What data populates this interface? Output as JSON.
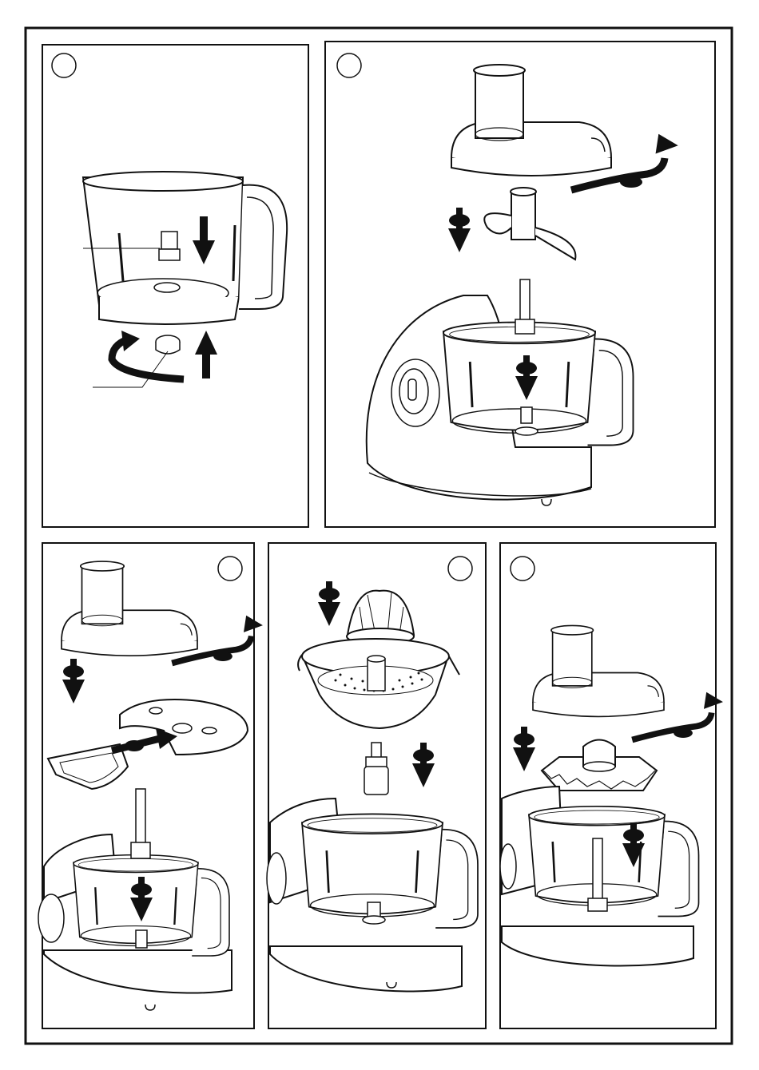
{
  "page": {
    "background": "#ffffff",
    "ink": "#111111",
    "frame_color": "#1a1a1a"
  },
  "panels": [
    {
      "id": "p1",
      "step_marker": "",
      "content": "bowl-assembly",
      "icons": [
        "bowl-icon",
        "drive-coupling-icon",
        "lock-nut-icon",
        "arrow-down-icon",
        "arrow-up-icon",
        "rotate-arrow-icon"
      ]
    },
    {
      "id": "p2",
      "step_marker": "",
      "content": "knife-blade-assembly",
      "icons": [
        "lid-icon",
        "knife-blade-icon",
        "motor-base-icon",
        "arrow-down-icon",
        "rotate-arrow-icon"
      ]
    },
    {
      "id": "p3",
      "step_marker": "",
      "content": "slicing-disc-assembly",
      "icons": [
        "lid-icon",
        "disc-icon",
        "disc-insert-icon",
        "motor-base-icon",
        "arrow-down-icon",
        "rotate-arrow-icon"
      ]
    },
    {
      "id": "p4",
      "step_marker": "",
      "content": "citrus-press-assembly",
      "icons": [
        "press-cone-icon",
        "sieve-icon",
        "adapter-icon",
        "motor-base-icon",
        "arrow-down-icon"
      ]
    },
    {
      "id": "p5",
      "step_marker": "",
      "content": "emulsifying-disc-assembly",
      "icons": [
        "lid-icon",
        "emulsifying-disc-icon",
        "motor-base-icon",
        "arrow-down-icon",
        "rotate-arrow-icon"
      ]
    }
  ]
}
